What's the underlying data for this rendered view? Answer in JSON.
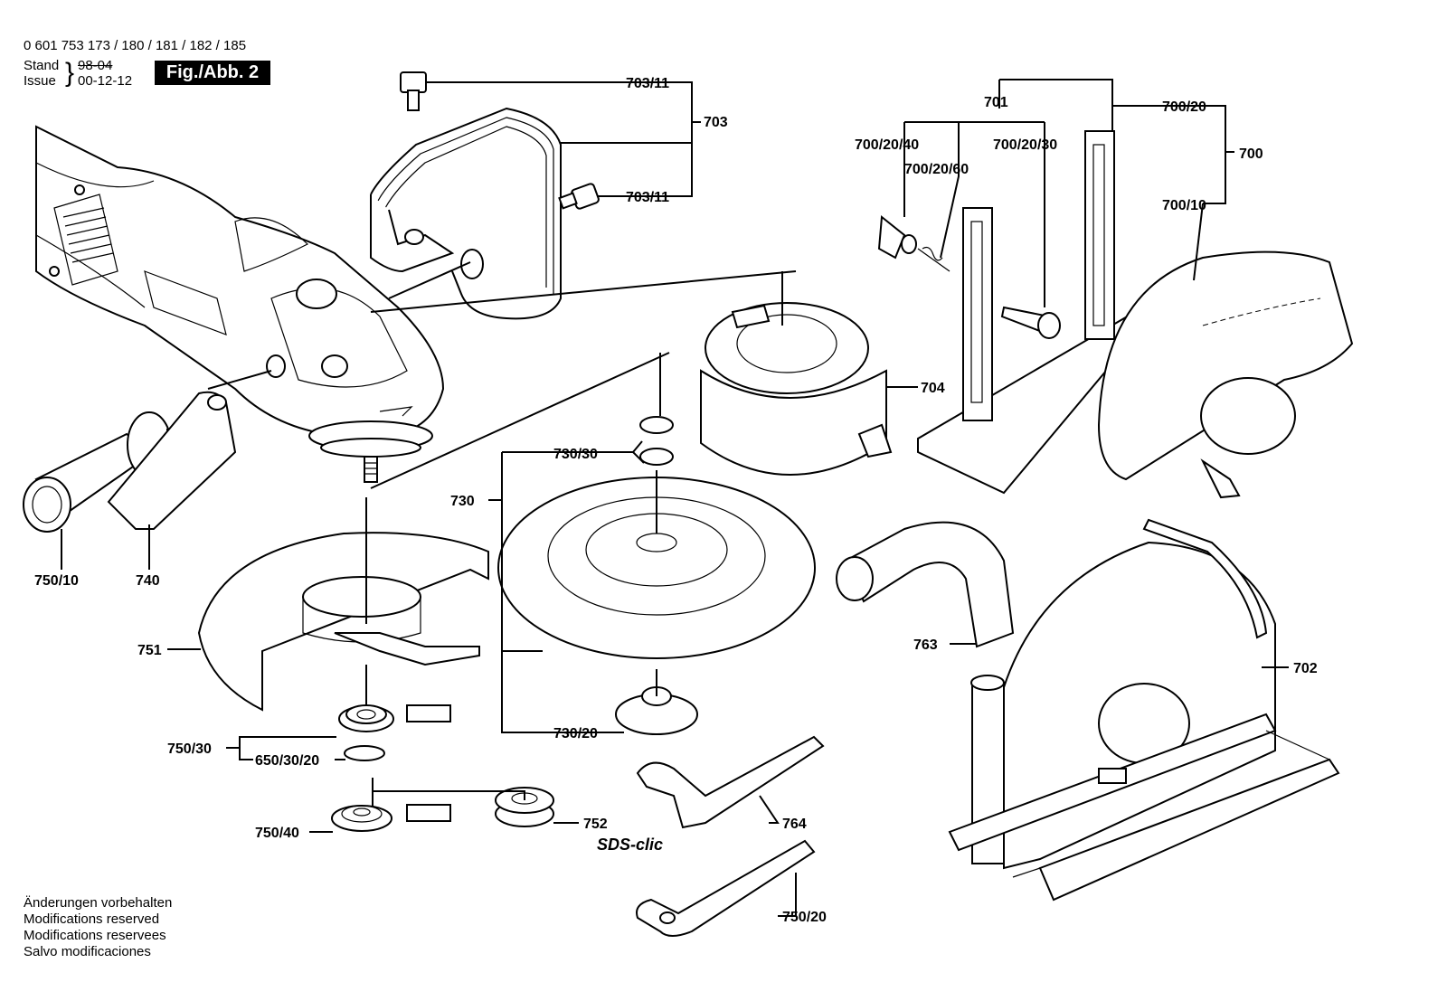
{
  "header": {
    "part_numbers": "0 601 753 173 / 180 / 181 / 182 / 185",
    "stand_label": "Stand",
    "stand_value": "98-04",
    "issue_label": "Issue",
    "issue_value": "00-12-12",
    "figure": "Fig./Abb. 2"
  },
  "labels": {
    "p703_11_top": "703/11",
    "p703": "703",
    "p703_11_bot": "703/11",
    "p701": "701",
    "p700_20": "700/20",
    "p700": "700",
    "p700_20_40": "700/20/40",
    "p700_20_30": "700/20/30",
    "p700_20_60": "700/20/60",
    "p700_10": "700/10",
    "p704": "704",
    "p730_30": "730/30",
    "p730": "730",
    "p730_20": "730/20",
    "p750_10": "750/10",
    "p740": "740",
    "p751": "751",
    "p750_30": "750/30",
    "p650_30_20": "650/30/20",
    "p750_40": "750/40",
    "p752": "752",
    "sds": "SDS-clic",
    "p764": "764",
    "p750_20": "750/20",
    "p763": "763",
    "p702": "702"
  },
  "footer": {
    "lines": [
      "Änderungen vorbehalten",
      "Modifications reserved",
      "Modifications reservees",
      "Salvo modificaciones"
    ]
  }
}
